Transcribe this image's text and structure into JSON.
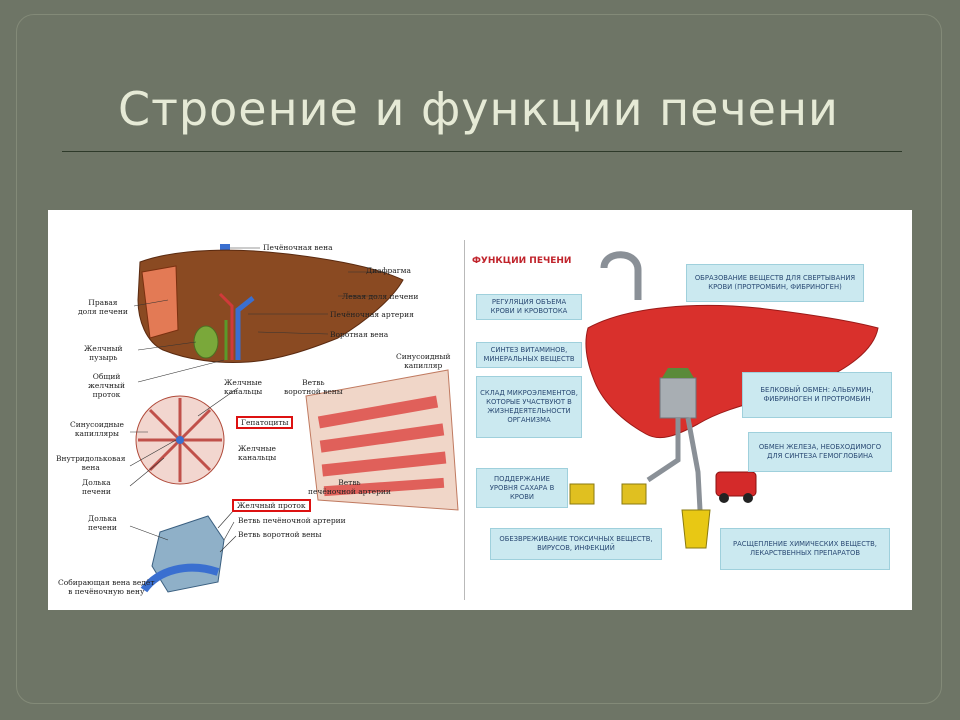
{
  "slide": {
    "title": "Строение и функции печени"
  },
  "anatomy": {
    "liver_vein": "Печёночная вена",
    "diaphragm": "Диафрагма",
    "right_lobe": "Правая\nдоля печени",
    "left_lobe": "Левая доля печени",
    "hepatic_artery": "Печёночная артерия",
    "portal_vein": "Воротная вена",
    "gallbladder": "Желчный\nпузырь",
    "common_bile_duct": "Общий\nжелчный\nпроток",
    "bile_canals_1": "Желчные\nканальцы",
    "portal_vein_branch_1": "Ветвь\nворотной вены",
    "sinusoid_capillary_r": "Синусоидный\nкапилляр",
    "sinusoid_capillaries": "Синусоидные\nкапилляры",
    "hepatocytes": "Гепатоциты",
    "intralobular_vein": "Внутридольковая\nвена",
    "lobule_1": "Долька\nпечени",
    "bile_canals_2": "Желчные\nканальцы",
    "hepatic_artery_branch_1": "Ветвь\nпечёночной артерии",
    "bile_duct": "Желчный проток",
    "hepatic_artery_branch_2": "Ветвь печёночной артерии",
    "portal_vein_branch_2": "Ветвь воротной вены",
    "lobule_2": "Долька\nпечени",
    "collecting_vein": "Собирающая вена ведёт\nв печёночную вену"
  },
  "functions": {
    "title": "ФУНКЦИИ ПЕЧЕНИ",
    "coagulation": "Образование веществ для свертывания крови (протромбин, фибриноген)",
    "blood_volume": "Регуляция объема крови и кровотока",
    "vitamins": "Синтез витаминов, минеральных веществ",
    "storage": "Склад микроэлементов, которые участвуют в жизнедеятельности организма",
    "protein": "Белковый обмен: альбумин, фибриноген и протромбин",
    "iron": "Обмен железа, необходимого для синтеза гемоглобина",
    "sugar": "Поддержание уровня сахара в крови",
    "detox": "Обезвреживание токсичных веществ, вирусов, инфекций",
    "chemicals": "Расщепление химических веществ, лекарственных препаратов"
  },
  "colors": {
    "background": "#6e7566",
    "title": "#e6ead6",
    "liver_brown": "#8a4a22",
    "liver_red": "#d9302c",
    "label_box": "#cbe9f0",
    "highlight": "#dd1111"
  }
}
